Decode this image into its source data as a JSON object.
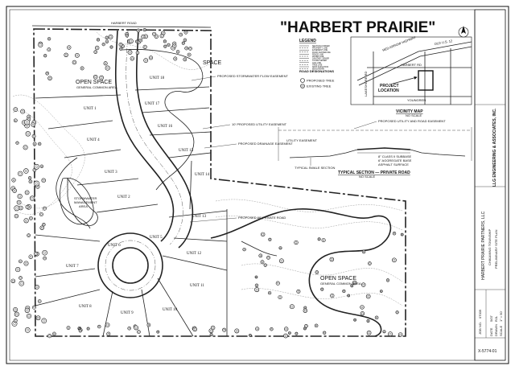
{
  "title": "\"HARBERT PRAIRIE\"",
  "legend": {
    "heading": "LEGEND",
    "items": [
      "SECTION CORNER",
      "PROPERTY LINE",
      "EASEMENT LINE",
      "ROAD CENTERLINE",
      "FENCE LINE",
      "WATER LINE",
      "SANITARY SEWER",
      "STORM SEWER",
      "GAS LINE",
      "TREE LINE",
      "SPOT ELEVATION",
      "BENCHMARK"
    ],
    "designations_heading": "ROAD DESIGNATIONS",
    "proposed_tree": "PROPOSED TREE",
    "existing_tree": "EXISTING TREE"
  },
  "road_label": "HARBERT ROAD",
  "open_space_labels": [
    "OPEN SPACE",
    "OPEN SPACE",
    "SPACE"
  ],
  "open_space_sub": "GENERAL COMMON AREA",
  "stormwater_label": [
    "STORMWATER",
    "MANAGEMENT",
    "AREA"
  ],
  "lots": [
    "UNIT 1",
    "UNIT 2",
    "UNIT 3",
    "UNIT 4",
    "UNIT 5",
    "UNIT 6",
    "UNIT 7",
    "UNIT 8",
    "UNIT 9",
    "UNIT 10",
    "UNIT 11",
    "UNIT 12",
    "UNIT 13",
    "UNIT 14",
    "UNIT 15",
    "UNIT 16",
    "UNIT 17",
    "UNIT 18"
  ],
  "vicinity_map": {
    "title": "VICINITY MAP",
    "project_location": [
      "PROJECT",
      "LOCATION"
    ],
    "roads": [
      "HARBERT RD",
      "YOUNGREN",
      "RED ARROW HIGHWAY",
      "OLD U.S. 12",
      "LAKESHORE RD"
    ],
    "scale": "NO SCALE"
  },
  "typical_section": {
    "title": "TYPICAL SECTION — PRIVATE ROAD",
    "scale": "NO SCALE",
    "notes": [
      "PROPOSED UTILITY AND ROAD EASEMENT",
      "UTILITY EASEMENT",
      "TYPICAL SWALE SECTION",
      "8\" CLASS II SUBBASE",
      "6\" AGGREGATE BASE",
      "ASPHALT SURFACE"
    ]
  },
  "title_block": {
    "firm": "LLG ENGINEERING & ASSOCIATES, INC.",
    "client": "HARBERT PRAIRIE PARTNERS, LLC",
    "location": "CHIKAMING TOWNSHIP",
    "sheet": "PRELIMINARY SITE PLAN",
    "job_no": "JOB NO.",
    "job_value": "07009",
    "rows": [
      "DATE",
      "DRAWN",
      "CHECKED",
      "SCALE",
      "SHEET"
    ],
    "row_values": [
      "5/07",
      "RJL",
      "RJL",
      "1\" = 50'",
      "1 OF 1"
    ],
    "drawing_number": "X-5774-01"
  },
  "notes": [
    "PROPOSED STORMWATER FLOW EASEMENT",
    "10' PROPOSED UTILITY EASEMENT",
    "PROPOSED DRAINAGE EASEMENT",
    "PROPOSED 66' PRIVATE ROAD"
  ]
}
